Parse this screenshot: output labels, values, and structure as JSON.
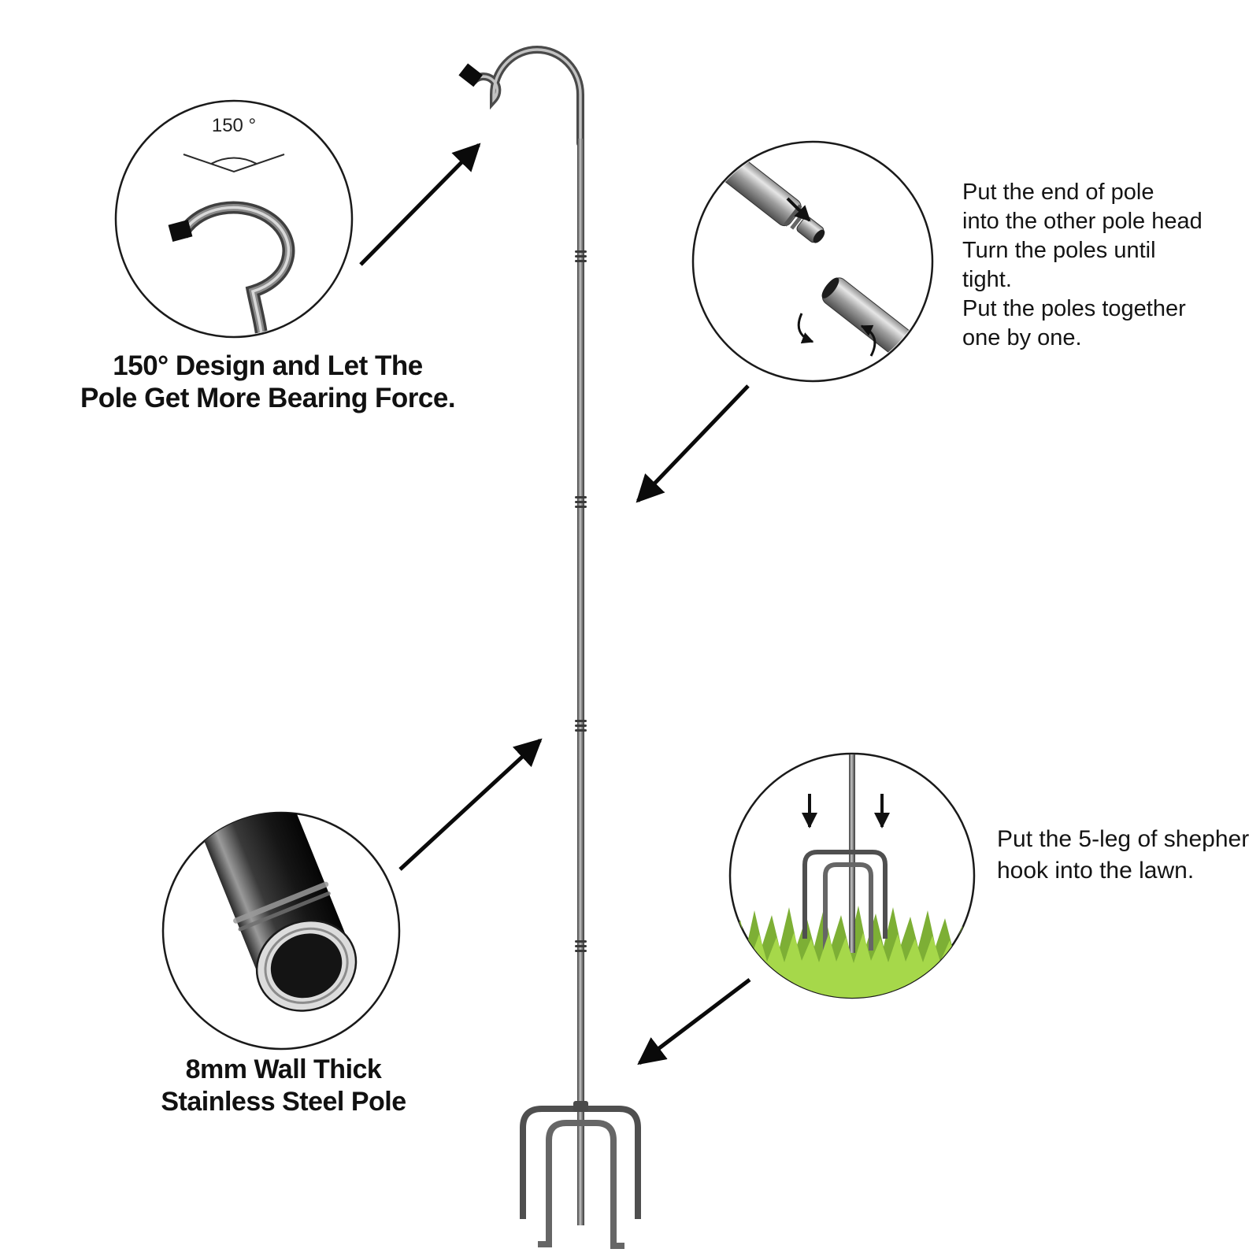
{
  "callouts": {
    "hook_design": {
      "angle_label": "150 °",
      "caption": [
        "150° Design and Let The",
        "Pole Get More Bearing Force."
      ]
    },
    "pole_connection": {
      "instructions": [
        "Put the end of pole",
        "into the other pole head",
        "Turn the poles until",
        "tight.",
        "Put the poles together",
        "one by one."
      ]
    },
    "wall_thickness": {
      "caption": [
        "8mm Wall Thick",
        "Stainless Steel Pole"
      ]
    },
    "base_insertion": {
      "instructions": [
        "Put the 5-leg of shepher",
        "hook into the lawn."
      ]
    }
  },
  "colors": {
    "background": "#ffffff",
    "text": "#1a1a1a",
    "metal_dark": "#4a4a4a",
    "metal_light": "#c9c9c9",
    "grass_green_light": "#a6d84a",
    "grass_green_dark": "#7daf35",
    "arrow_black": "#0a0a0a"
  }
}
